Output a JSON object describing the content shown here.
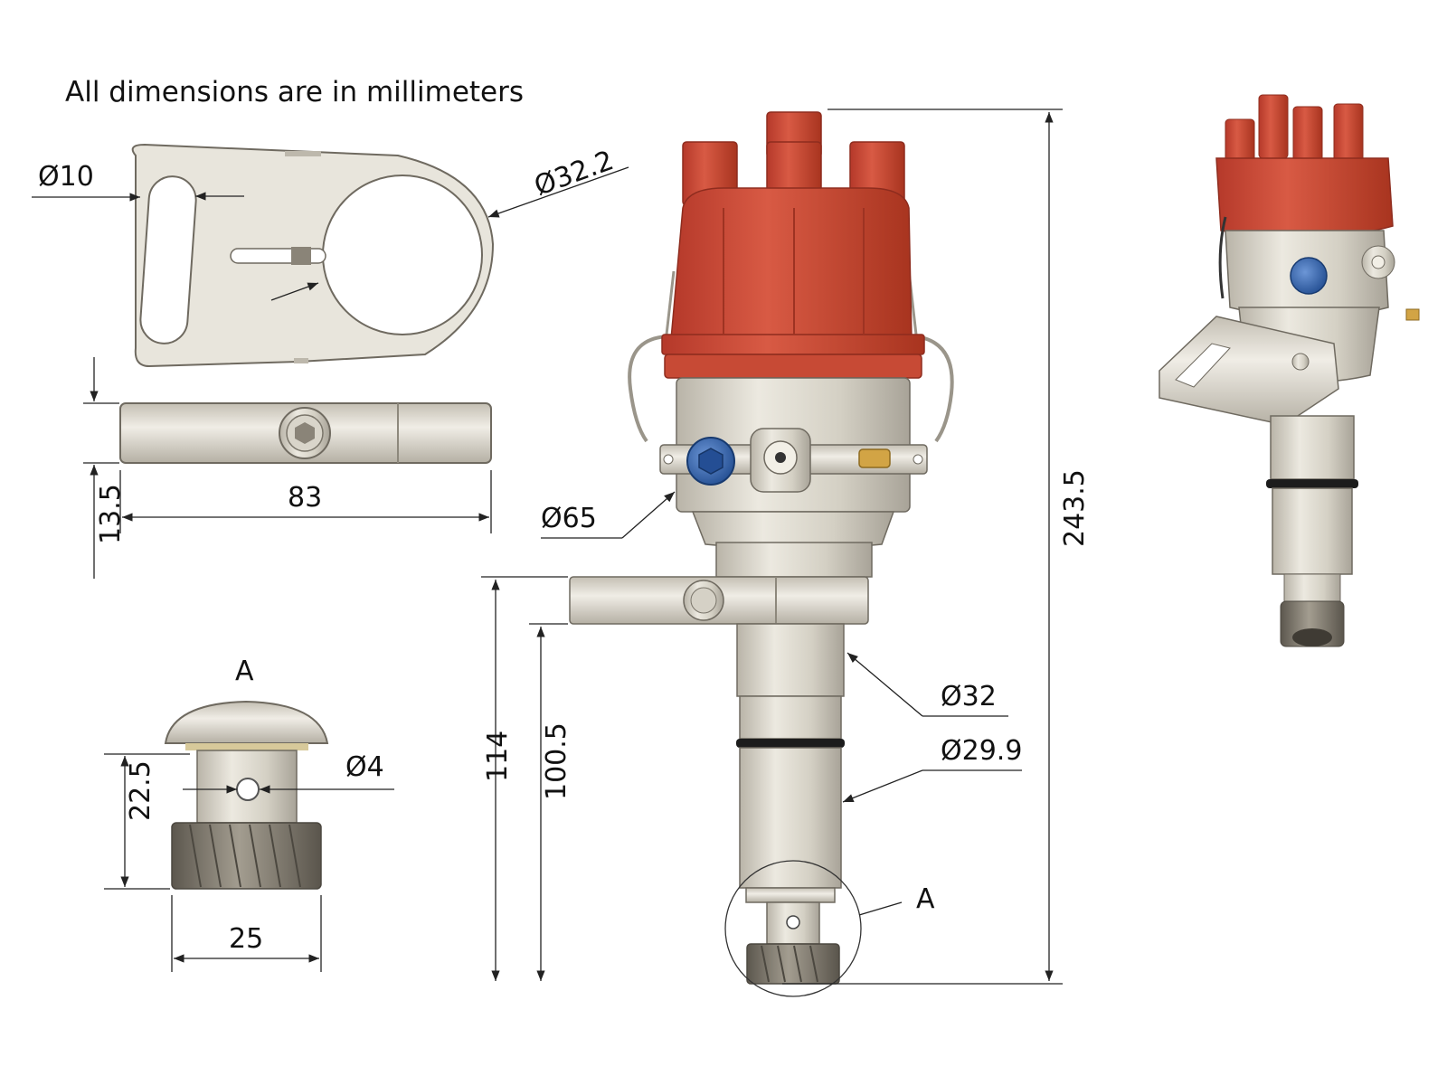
{
  "note": "All dimensions are in millimeters",
  "bracket": {
    "slot_diameter": "Ø10",
    "bore_diameter": "Ø32.2",
    "length": "83",
    "thickness": "13.5"
  },
  "detail": {
    "label": "A",
    "pin_hole_diameter": "Ø4",
    "height": "22.5",
    "gear_width": "25"
  },
  "distributor": {
    "housing_diameter": "Ø65",
    "total_height": "243.5",
    "shaft_upper_diameter": "Ø32",
    "shaft_lower_diameter": "Ø29.9",
    "length_from_clamp_top": "114",
    "length_from_clamp_bottom": "100.5",
    "detail_callout": "A"
  },
  "colors": {
    "cap_red": "#c8432e",
    "metal": "#d8d4c8",
    "bolt_blue": "#2f5fa8",
    "brass": "#d2a445",
    "gear": "#7a7468"
  }
}
